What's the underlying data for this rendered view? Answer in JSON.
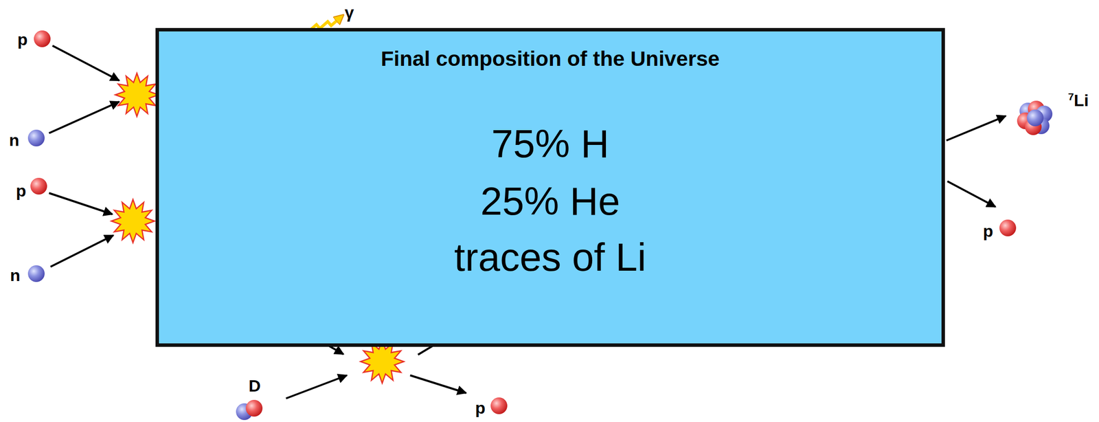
{
  "diagram": {
    "nodes": [
      {
        "text": [
          "Final composition of the Universe",
          "75% H",
          "25% He",
          "traces of Li"
        ]
      }
    ],
    "labels": [
      "p",
      "γ",
      "n",
      "p",
      "n",
      "7Li",
      "p",
      "D",
      "p"
    ]
  }
}
